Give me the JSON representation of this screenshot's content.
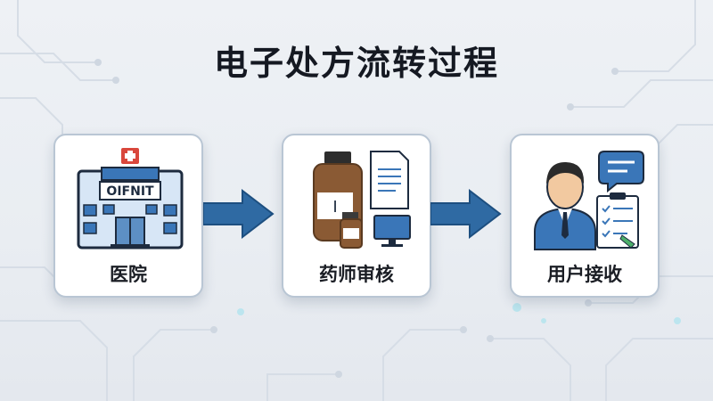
{
  "title": "电子处方流转过程",
  "steps": [
    {
      "label": "医院",
      "icon": "hospital-icon",
      "sign_text": "OIFNIT"
    },
    {
      "label": "药师审核",
      "icon": "pharmacist-review-icon"
    },
    {
      "label": "用户接收",
      "icon": "user-receive-icon"
    }
  ],
  "colors": {
    "arrow": "#2f6aa3",
    "icon_blue": "#3a76b8",
    "icon_dark": "#1d2b3f",
    "bottle_brown": "#8a5a34",
    "hospital_cross": "#d9473c"
  }
}
